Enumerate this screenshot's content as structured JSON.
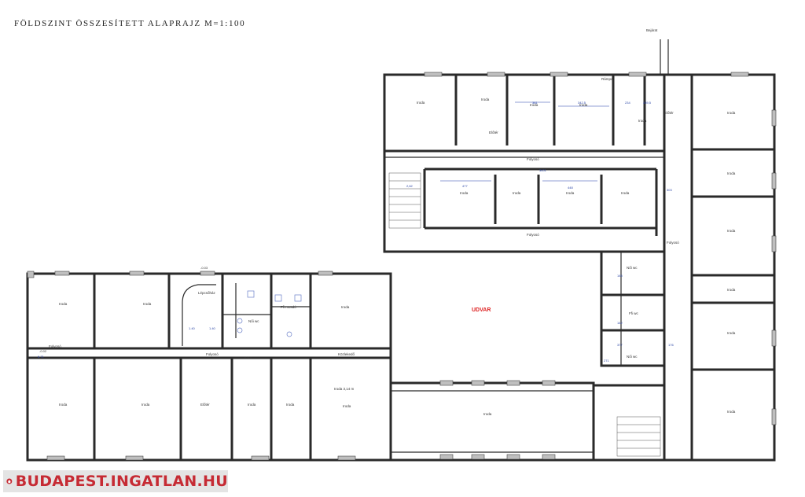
{
  "title": "FÖLDSZINT ÖSSZESÍTETT ALAPRAJZ M=1:100",
  "courtyard_label": "UDVAR",
  "watermark": "BUDAPEST.INGATLAN.HU",
  "labels": {
    "iroda": "Iroda",
    "folyoso": "Folyosó",
    "eloter": "Előtér",
    "lepcsohaz": "Lépcsőház",
    "noi_wc": "Női wc",
    "ffi_mosdo": "Ffi mosdó",
    "ffi_wc": "Ffi wc",
    "kozlekedo": "Közlekedő",
    "rampa": "Rámpa",
    "bejarat": "Bejárat",
    "iroda_area": "Iroda 3,14 m"
  },
  "dims": {
    "d381": "381",
    "d3425": "342,5",
    "d234": "234",
    "d2895": "289,5",
    "d3401": "3401",
    "d477": "477",
    "d448": "448",
    "d2": "2,62",
    "d145": "145",
    "d142": "142",
    "d303": "303",
    "d271": "271",
    "d176": "176",
    "d377": "377",
    "d140a": "1.40",
    "d140b": "1.40",
    "d6_71": "6.71",
    "d_002": "-0.02",
    "d_003": "-0.03",
    "d_010": "+0.10"
  }
}
